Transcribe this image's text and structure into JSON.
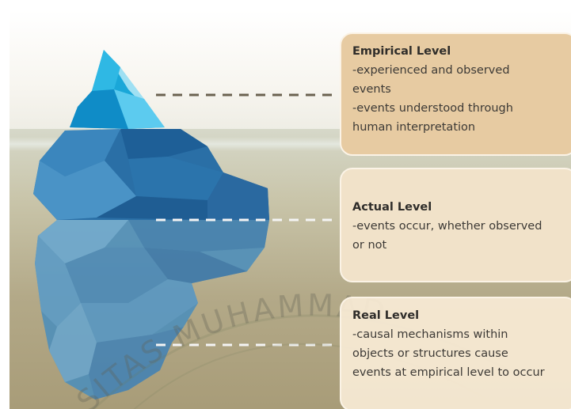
{
  "levels": [
    {
      "title": "Empirical Level",
      "lines": [
        "-experienced and observed",
        "events",
        "-events understood through",
        "human interpretation"
      ]
    },
    {
      "title": "Actual Level",
      "lines": [
        "-events occur, whether observed",
        "or not"
      ]
    },
    {
      "title": "Real Level",
      "lines": [
        "-causal mechanisms within",
        "objects or structures cause",
        "events at empirical level to occur"
      ]
    }
  ],
  "watermark_text": "SITAS MUHAMMAD",
  "colors": {
    "card_empirical": "#e7cba2",
    "card_actual": "#f1e2c9",
    "card_real": "#f8ecd6",
    "ice_light": "#7fd4ef",
    "ice_deep": "#1e6fa8",
    "sea": "#c9c5aa"
  }
}
